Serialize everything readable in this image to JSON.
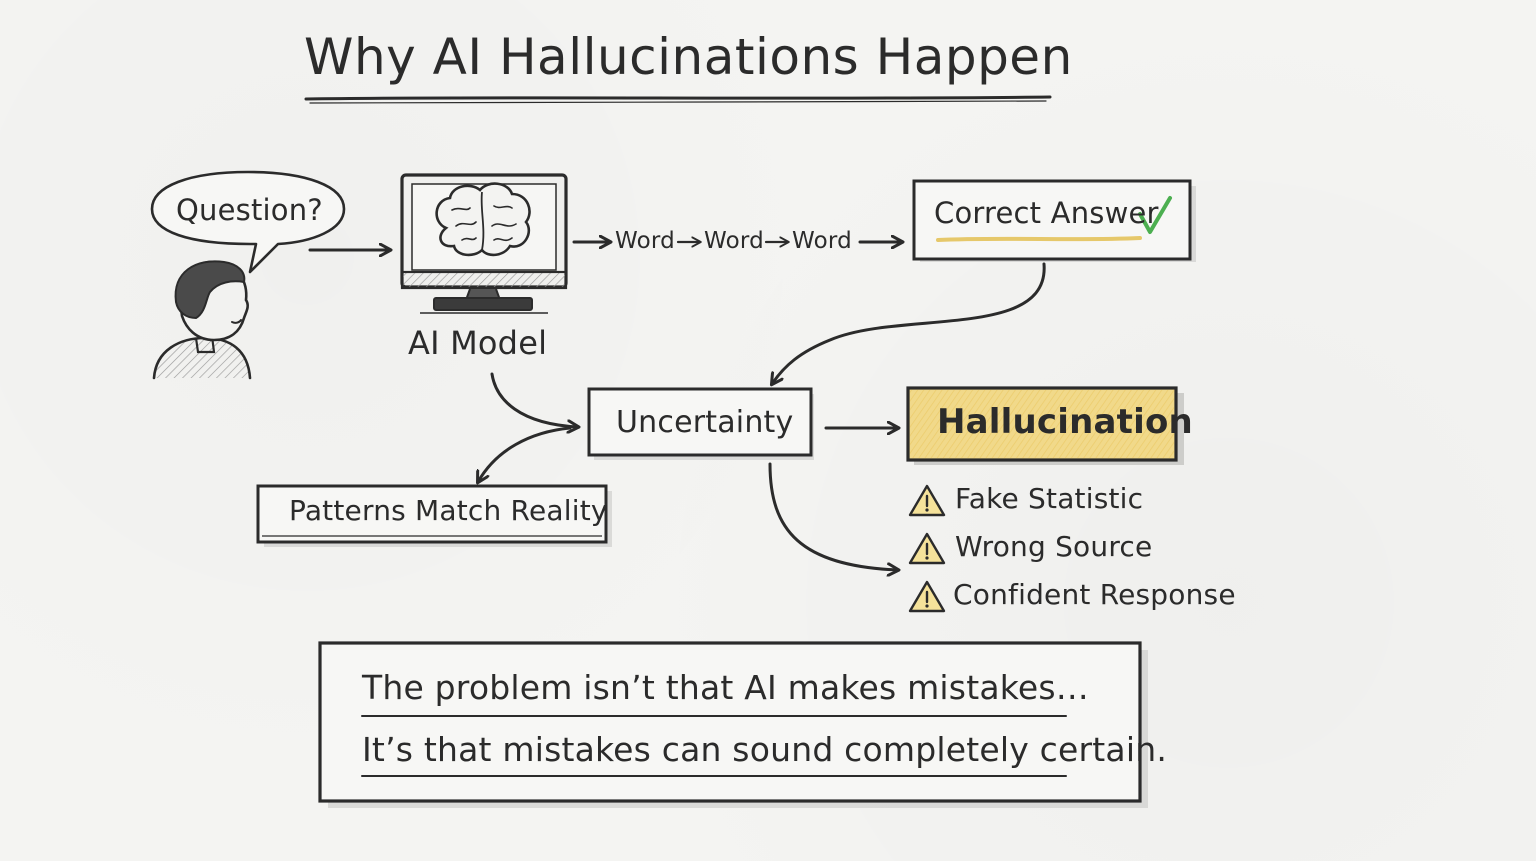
{
  "title": "Why AI Hallucinations Happen",
  "user": {
    "question": "Question?"
  },
  "model": {
    "label": "AI Model"
  },
  "token_chain": [
    "Word",
    "Word",
    "Word"
  ],
  "nodes": {
    "correct_answer": "Correct Answer",
    "uncertainty": "Uncertainty",
    "hallucination": "Hallucination",
    "patterns": "Patterns Match Reality"
  },
  "warnings": [
    "Fake Statistic",
    "Wrong Source",
    "Confident Response"
  ],
  "quote": {
    "line1": "The problem isn’t that AI makes mistakes…",
    "line2": "It’s that mistakes can sound completely certain."
  },
  "colors": {
    "ink": "#2b2b2b",
    "highlight": "#f1d98a",
    "check": "#4caf50",
    "underline": "#e6c86a",
    "warning_fill": "#f5e29a"
  },
  "icons": {
    "person": "person-icon",
    "brain": "brain-icon",
    "monitor": "monitor-icon",
    "check": "check-icon",
    "warning": "warning-icon"
  }
}
